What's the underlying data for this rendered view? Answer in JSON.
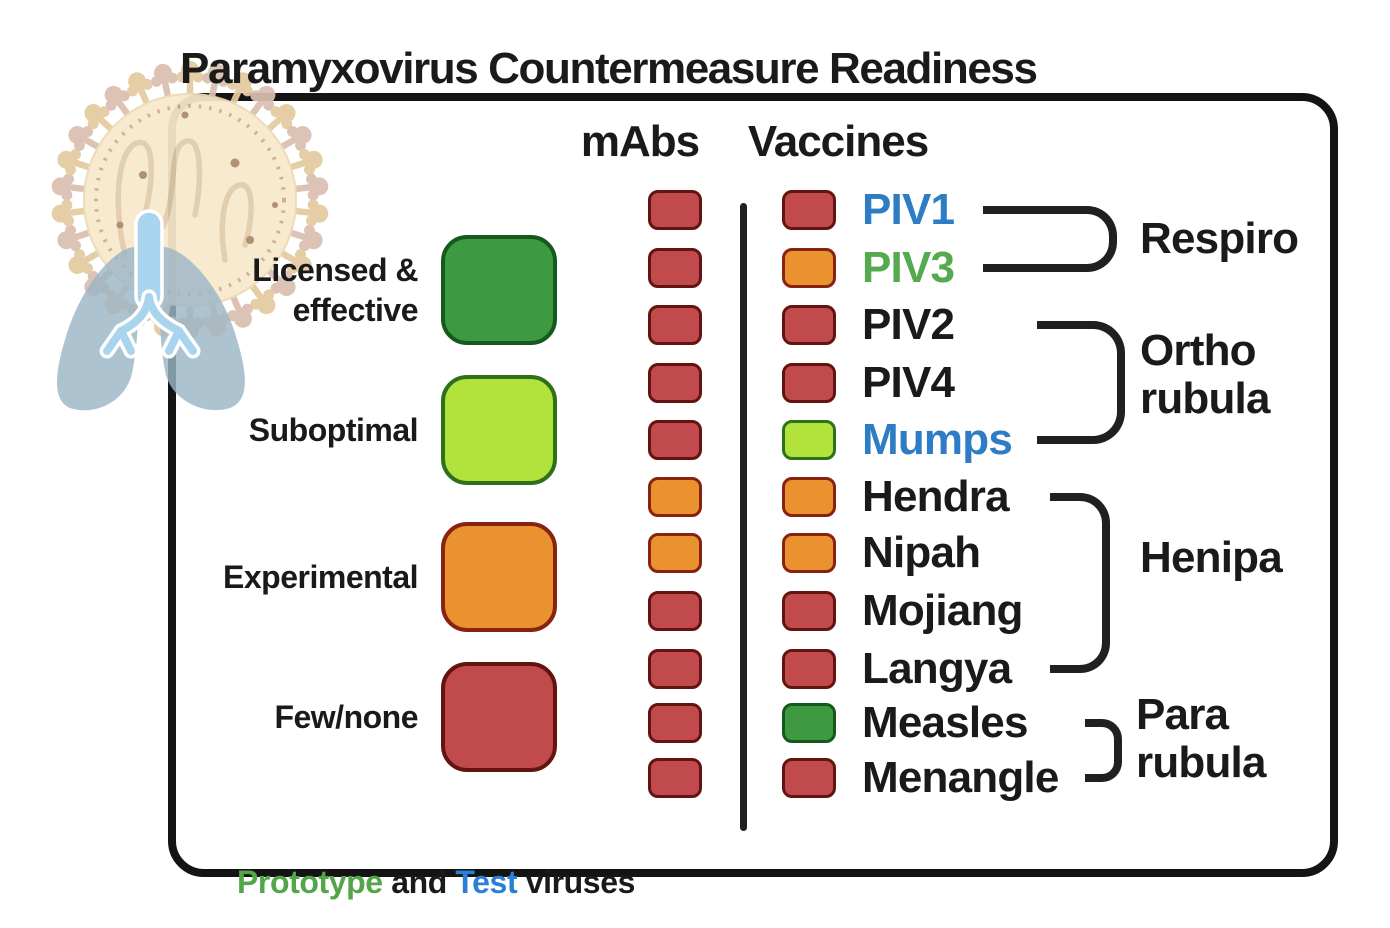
{
  "title": "Paramyxovirus Countermeasure Readiness",
  "columns": {
    "mabs": "mAbs",
    "vaccines": "Vaccines"
  },
  "levels": {
    "licensed": {
      "label": "Licensed & effective",
      "fill": "#3d9a41",
      "border": "#15591d"
    },
    "suboptimal": {
      "label": "Suboptimal",
      "fill": "#b2e33c",
      "border": "#2f701d"
    },
    "experimental": {
      "label": "Experimental",
      "fill": "#ea9130",
      "border": "#87230f"
    },
    "few_none": {
      "label": "Few/none",
      "fill": "#c04a4c",
      "border": "#641410"
    }
  },
  "legend": [
    {
      "level": "licensed",
      "lines": [
        "Licensed &",
        "effective"
      ]
    },
    {
      "level": "suboptimal",
      "lines": [
        "Suboptimal"
      ]
    },
    {
      "level": "experimental",
      "lines": [
        "Experimental"
      ]
    },
    {
      "level": "few_none",
      "lines": [
        "Few/none"
      ]
    }
  ],
  "rows": [
    {
      "virus": "PIV1",
      "name_color": "#2e7cc4",
      "mab": "few_none",
      "vaccine": "few_none"
    },
    {
      "virus": "PIV3",
      "name_color": "#55a94e",
      "mab": "few_none",
      "vaccine": "experimental"
    },
    {
      "virus": "PIV2",
      "name_color": "#1a1a1a",
      "mab": "few_none",
      "vaccine": "few_none"
    },
    {
      "virus": "PIV4",
      "name_color": "#1a1a1a",
      "mab": "few_none",
      "vaccine": "few_none"
    },
    {
      "virus": "Mumps",
      "name_color": "#2e7cc4",
      "mab": "few_none",
      "vaccine": "suboptimal"
    },
    {
      "virus": "Hendra",
      "name_color": "#1a1a1a",
      "mab": "experimental",
      "vaccine": "experimental"
    },
    {
      "virus": "Nipah",
      "name_color": "#1a1a1a",
      "mab": "experimental",
      "vaccine": "experimental"
    },
    {
      "virus": "Mojiang",
      "name_color": "#1a1a1a",
      "mab": "few_none",
      "vaccine": "few_none"
    },
    {
      "virus": "Langya",
      "name_color": "#1a1a1a",
      "mab": "few_none",
      "vaccine": "few_none"
    },
    {
      "virus": "Measles",
      "name_color": "#1a1a1a",
      "mab": "few_none",
      "vaccine": "licensed"
    },
    {
      "virus": "Menangle",
      "name_color": "#1a1a1a",
      "mab": "few_none",
      "vaccine": "few_none"
    }
  ],
  "groups": [
    {
      "name": "Respiro",
      "lines": [
        "Respiro"
      ],
      "members": [
        "PIV1",
        "PIV3"
      ]
    },
    {
      "name": "Ortho rubula",
      "lines": [
        "Ortho",
        "rubula"
      ],
      "members": [
        "PIV2",
        "PIV4",
        "Mumps"
      ]
    },
    {
      "name": "Henipa",
      "lines": [
        "Henipa"
      ],
      "members": [
        "Hendra",
        "Nipah",
        "Mojiang",
        "Langya"
      ]
    },
    {
      "name": "Para rubula",
      "lines": [
        "Para",
        "rubula"
      ],
      "members": [
        "Measles",
        "Menangle"
      ]
    }
  ],
  "footer": {
    "parts": [
      {
        "text": "Prototype",
        "color": "#52a649"
      },
      {
        "text": " and ",
        "color": "#1a1a1a"
      },
      {
        "text": "Test",
        "color": "#2b7fd4"
      },
      {
        "text": " viruses",
        "color": "#1a1a1a"
      }
    ]
  },
  "text_colors": {
    "ink": "#1a1a1a",
    "virus_blue": "#2e7cc4",
    "virus_green": "#55a94e",
    "prototype_green": "#52a649",
    "test_blue": "#2b7fd4"
  },
  "icons": {
    "watermark": [
      "virus-particle-icon",
      "lungs-icon"
    ]
  }
}
